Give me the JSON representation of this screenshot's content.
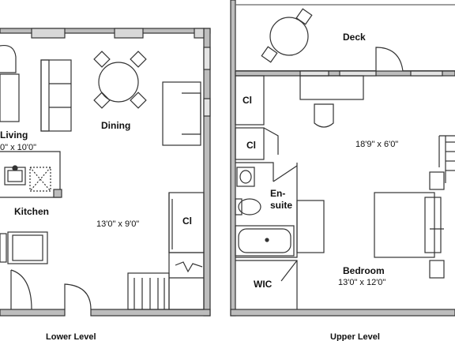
{
  "lower_level": {
    "caption": "Lower Level",
    "rooms": {
      "living": {
        "name": "Living",
        "size": "0\" x 10'0\""
      },
      "dining": {
        "name": "Dining"
      },
      "kitchen": {
        "name": "Kitchen",
        "size": "13'0\" x 9'0\""
      },
      "closet": {
        "name": "Cl"
      }
    }
  },
  "upper_level": {
    "caption": "Upper Level",
    "rooms": {
      "deck": {
        "name": "Deck"
      },
      "closet_top": {
        "name": "Cl"
      },
      "closet_mid": {
        "name": "Cl"
      },
      "loft": {
        "size": "18'9\" x 6'0\""
      },
      "ensuite_1": {
        "name": "En-"
      },
      "ensuite_2": {
        "name": "suite"
      },
      "wic": {
        "name": "WIC"
      },
      "bedroom": {
        "name": "Bedroom",
        "size": "13'0\" x 12'0\""
      }
    }
  }
}
